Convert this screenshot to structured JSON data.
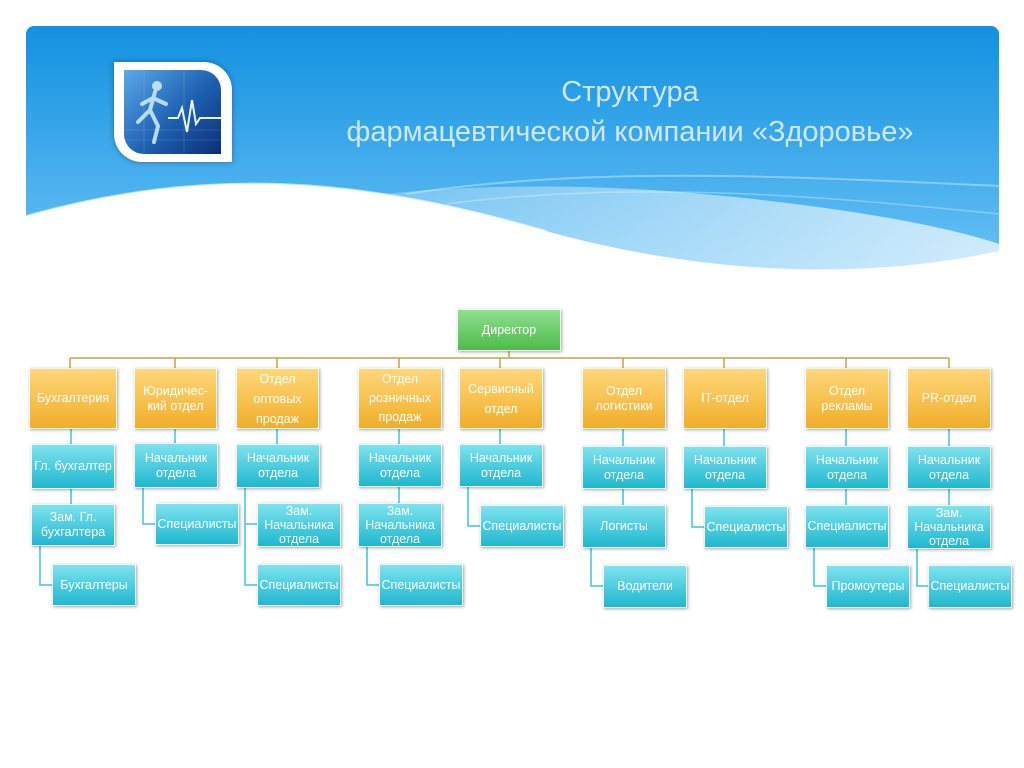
{
  "title": {
    "line1": "Структура",
    "line2": "фармацевтической компании «Здоровье»"
  },
  "logo": {
    "icon": "running-man-heartbeat-icon"
  },
  "colors": {
    "banner": "#1a9ae6",
    "director": "#5cc45b",
    "department": "#f3b433",
    "subunit": "#2bbfd4",
    "connector_top": "#c8a24a",
    "connector_sub": "#3cc6d6"
  },
  "org": {
    "director": "Директор",
    "departments": [
      {
        "label": "Бухгалтерия",
        "children": [
          "Гл. бухгалтер",
          "Зам. Гл. бухгалтера",
          "Бухгалтеры"
        ]
      },
      {
        "label": "Юридичес-кий отдел",
        "children": [
          "Начальник отдела",
          "Специалисты"
        ]
      },
      {
        "label": "Отдел оптовых продаж",
        "children": [
          "Начальник отдела",
          "Зам. Начальника отдела",
          "Специалисты"
        ]
      },
      {
        "label": "Отдел розничных продаж",
        "children": [
          "Начальник отдела",
          "Зам. Начальника отдела",
          "Специалисты"
        ]
      },
      {
        "label": "Сервисный отдел",
        "children": [
          "Начальник отдела",
          "Специалисты"
        ]
      },
      {
        "label": "Отдел логистики",
        "children": [
          "Начальник отдела",
          "Логисты",
          "Водители"
        ]
      },
      {
        "label": "IT-отдел",
        "children": [
          "Начальник отдела",
          "Специалисты"
        ]
      },
      {
        "label": "Отдел рекламы",
        "children": [
          "Начальник отдела",
          "Специалисты",
          "Промоутеры"
        ]
      },
      {
        "label": "PR-отдел",
        "children": [
          "Начальник отдела",
          "Зам. Начальника отдела",
          "Специалисты"
        ]
      }
    ]
  }
}
